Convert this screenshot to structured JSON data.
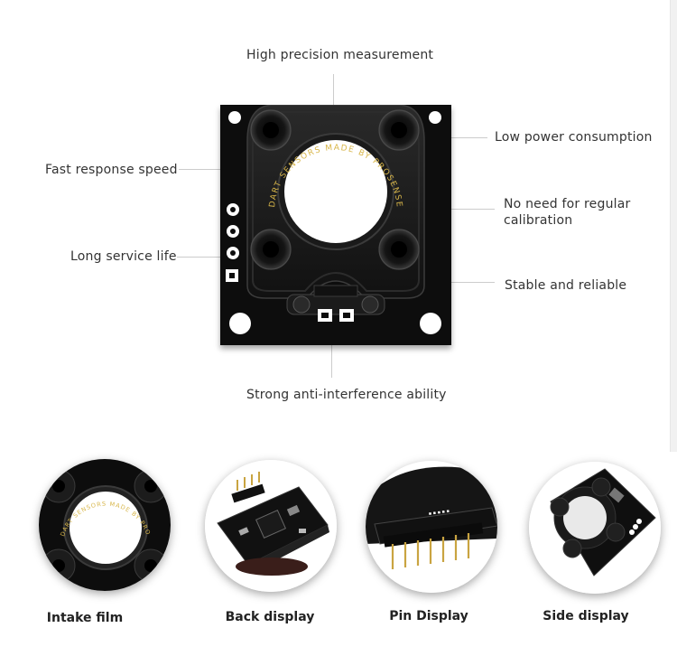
{
  "features": {
    "top": "High precision measurement",
    "left_1": "Fast response speed",
    "left_2": "Long service life",
    "right_1": "Low power consumption",
    "right_2_line1": "No need for regular",
    "right_2_line2": "calibration",
    "right_3": "Stable and reliable",
    "bottom": "Strong anti-interference ability"
  },
  "board": {
    "silkscreen": "DART SENSORS MADE BY PROSENSE"
  },
  "gallery": [
    {
      "caption": "Intake film",
      "icon": "intake-film-photo"
    },
    {
      "caption": "Back display",
      "icon": "back-display-photo"
    },
    {
      "caption": "Pin Display",
      "icon": "pin-display-photo"
    },
    {
      "caption": "Side display",
      "icon": "side-display-photo"
    }
  ],
  "colors": {
    "board": "#0d0d0d",
    "silkscreen": "#d8b64a",
    "text": "#333333",
    "leader_line": "#cccccc"
  }
}
